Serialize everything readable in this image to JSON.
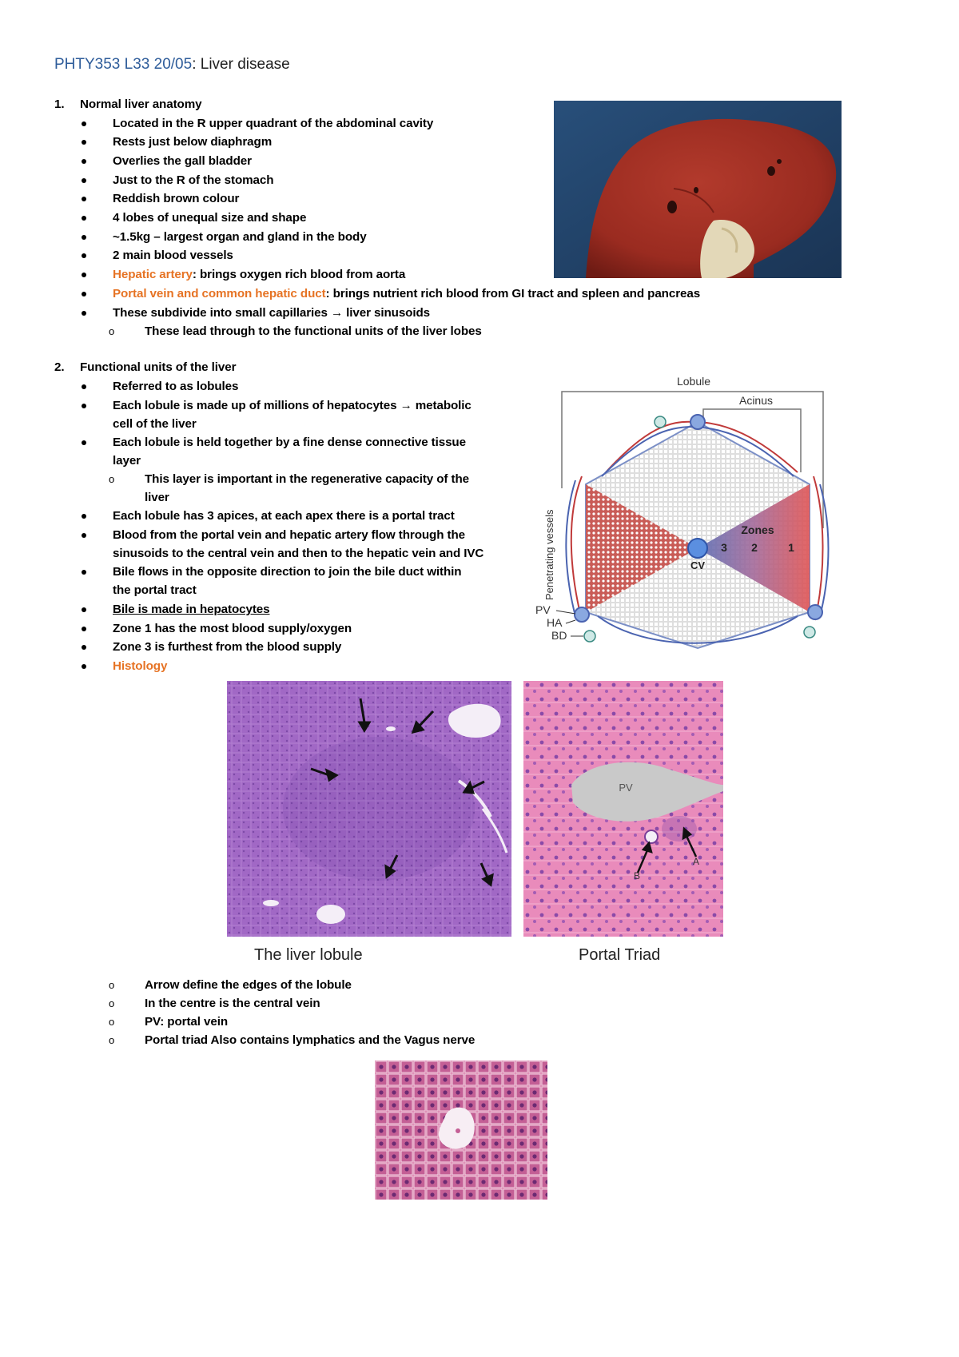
{
  "title": {
    "code": "PHTY353 L33 20/05",
    "sep": ":",
    "topic": " Liver disease"
  },
  "section1": {
    "number": "1.",
    "heading": "Normal liver anatomy",
    "bullets": [
      "Located in the R upper quadrant of the abdominal cavity",
      "Rests just below diaphragm",
      "Overlies the gall bladder",
      "Just to the R of the stomach",
      "Reddish brown colour",
      "4 lobes of unequal size and shape",
      "~1.5kg – largest organ and gland in the body",
      "2 main blood vessels"
    ],
    "hepatic_artery": {
      "label": "Hepatic artery",
      "rest": ": brings oxygen rich blood from aorta"
    },
    "portal_vein": {
      "label": "Portal vein and common hepatic duct",
      "rest": ": brings nutrient rich blood from GI tract and spleen and pancreas"
    },
    "subdivide": "These subdivide into small capillaries → liver sinusoids",
    "sub_bullet": "These lead through to the functional units of the liver lobes"
  },
  "section2": {
    "number": "2.",
    "heading": "Functional units of the liver",
    "b1": "Referred to as lobules",
    "b2_l1": "Each lobule is made up of millions of hepatocytes → metabolic",
    "b2_l2": "cell of the liver",
    "b3_l1": "Each lobule is held together by a fine dense connective tissue",
    "b3_l2": "layer",
    "s3_l1": "This layer is important in the regenerative capacity of the",
    "s3_l2": "liver",
    "b4": "Each lobule has 3 apices, at each apex there is a portal tract",
    "b5_l1": "Blood from the portal vein and hepatic artery flow through the",
    "b5_l2": "sinusoids to the central vein and then to the hepatic vein and IVC",
    "b6_l1": "Bile flows in the opposite direction to join the bile duct within",
    "b6_l2": "the portal tract",
    "b7": "Bile is made in hepatocytes",
    "b8": "Zone 1 has the most blood supply/oxygen",
    "b9": "Zone 3 is furthest from the blood supply",
    "b10": "Histology"
  },
  "diagram": {
    "lobule": "Lobule",
    "acinus": "Acinus",
    "zones": "Zones",
    "z3": "3",
    "z2": "2",
    "z1": "1",
    "cv": "CV",
    "penetrating": "Penetrating vessels",
    "pv": "PV",
    "ha": "HA",
    "bd": "BD"
  },
  "histology": {
    "left_caption": "The liver lobule",
    "right_caption": "Portal Triad",
    "pv": "PV",
    "a": "A",
    "b": "B"
  },
  "notes": [
    "Arrow define the edges of the lobule",
    "In the centre is the central vein",
    "PV: portal vein",
    "Portal triad Also contains lymphatics and the Vagus nerve"
  ],
  "sub_marker": "o",
  "colors": {
    "title_code": "#2e5c9a",
    "accent_orange": "#e67324",
    "liver": "#9c2c22",
    "stain_purple": "#9b62c0",
    "stain_pink": "#e27fb2"
  }
}
